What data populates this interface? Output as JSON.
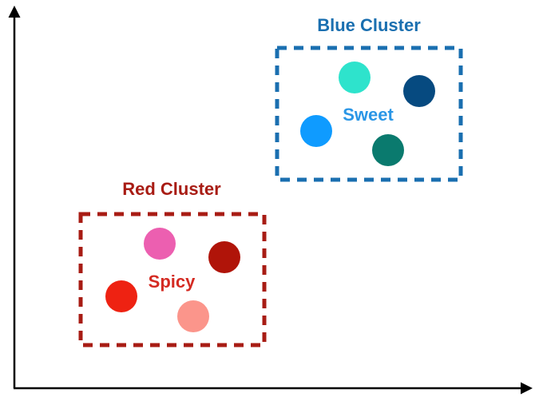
{
  "diagram": {
    "axes": {
      "color": "#000000"
    },
    "clusters": [
      {
        "id": "blue",
        "title": "Blue Cluster",
        "label": "Sweet",
        "box_color": "#1a6fb0",
        "title_color": "#1a6fb0",
        "label_color": "#2a96e6",
        "points": [
          {
            "name": "teal-point",
            "color": "#2ee3cc"
          },
          {
            "name": "navy-point",
            "color": "#064a80"
          },
          {
            "name": "bright-blue-point",
            "color": "#0f9bff"
          },
          {
            "name": "dark-teal-point",
            "color": "#0a7a6e"
          }
        ]
      },
      {
        "id": "red",
        "title": "Red Cluster",
        "label": "Spicy",
        "box_color": "#a81c14",
        "title_color": "#a81c14",
        "label_color": "#d42a22",
        "points": [
          {
            "name": "pink-point",
            "color": "#ec5fb0"
          },
          {
            "name": "dark-red-point",
            "color": "#b01409"
          },
          {
            "name": "red-point",
            "color": "#ee2212"
          },
          {
            "name": "salmon-point",
            "color": "#fb958b"
          }
        ]
      }
    ]
  }
}
